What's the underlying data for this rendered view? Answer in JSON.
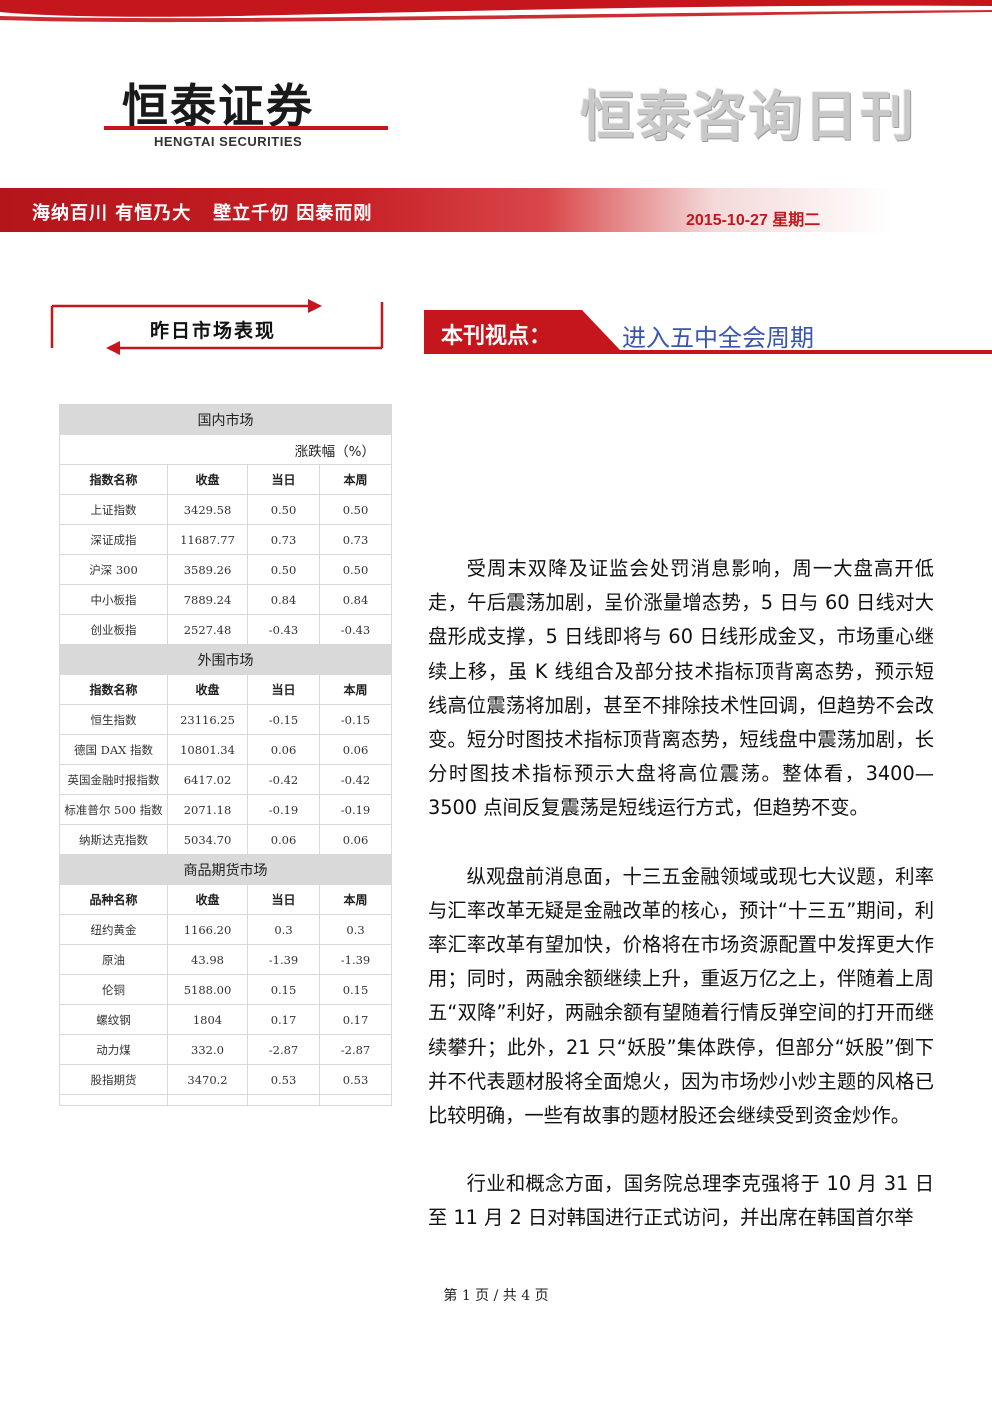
{
  "header": {
    "logo_cn": "恒泰证券",
    "logo_en": "HENGTAI SECURITIES",
    "publication_title": "恒泰咨询日刊",
    "slogan": "海纳百川 有恒乃大   壁立千仞 因泰而刚",
    "date": "2015-10-27  星期二"
  },
  "colors": {
    "brand_red": "#c4161c",
    "topic_blue": "#3a55b0",
    "section_gray": "#d9d9d9"
  },
  "sidebar": {
    "section_title": "昨日市场表现",
    "unit_label": "涨跌幅（%）",
    "sections": [
      {
        "title": "国内市场",
        "headers": [
          "指数名称",
          "收盘",
          "当日",
          "本周"
        ],
        "rows": [
          [
            "上证指数",
            "3429.58",
            "0.50",
            "0.50"
          ],
          [
            "深证成指",
            "11687.77",
            "0.73",
            "0.73"
          ],
          [
            "沪深 300",
            "3589.26",
            "0.50",
            "0.50"
          ],
          [
            "中小板指",
            "7889.24",
            "0.84",
            "0.84"
          ],
          [
            "创业板指",
            "2527.48",
            "-0.43",
            "-0.43"
          ]
        ]
      },
      {
        "title": "外围市场",
        "headers": [
          "指数名称",
          "收盘",
          "当日",
          "本周"
        ],
        "rows": [
          [
            "恒生指数",
            "23116.25",
            "-0.15",
            "-0.15"
          ],
          [
            "德国 DAX 指数",
            "10801.34",
            "0.06",
            "0.06"
          ],
          [
            "英国金融时报指数",
            "6417.02",
            "-0.42",
            "-0.42"
          ],
          [
            "标准普尔 500 指数",
            "2071.18",
            "-0.19",
            "-0.19"
          ],
          [
            "纳斯达克指数",
            "5034.70",
            "0.06",
            "0.06"
          ]
        ]
      },
      {
        "title": "商品期货市场",
        "headers": [
          "品种名称",
          "收盘",
          "当日",
          "本周"
        ],
        "rows": [
          [
            "纽约黄金",
            "1166.20",
            "0.3",
            "0.3"
          ],
          [
            "原油",
            "43.98",
            "-1.39",
            "-1.39"
          ],
          [
            "伦铜",
            "5188.00",
            "0.15",
            "0.15"
          ],
          [
            "螺纹钢",
            "1804",
            "0.17",
            "0.17"
          ],
          [
            "动力煤",
            "332.0",
            "-2.87",
            "-2.87"
          ],
          [
            "股指期货",
            "3470.2",
            "0.53",
            "0.53"
          ]
        ]
      }
    ]
  },
  "viewpoint": {
    "label": "本刊视点：",
    "topic": "进入五中全会周期"
  },
  "article": {
    "paragraphs": [
      "受周末双降及证监会处罚消息影响，周一大盘高开低走，午后震荡加剧，呈价涨量增态势，5 日与 60 日线对大盘形成支撑，5 日线即将与 60 日线形成金叉，市场重心继续上移，虽 K 线组合及部分技术指标顶背离态势，预示短线高位震荡将加剧，甚至不排除技术性回调，但趋势不会改变。短分时图技术指标顶背离态势，短线盘中震荡加剧，长分时图技术指标预示大盘将高位震荡。整体看，3400—3500 点间反复震荡是短线运行方式，但趋势不变。",
      "纵观盘前消息面，十三五金融领域或现七大议题，利率与汇率改革无疑是金融改革的核心，预计“十三五”期间，利率汇率改革有望加快，价格将在市场资源配置中发挥更大作用；同时，两融余额继续上升，重返万亿之上，伴随着上周五“双降”利好，两融余额有望随着行情反弹空间的打开而继续攀升；此外，21 只“妖股”集体跌停，但部分“妖股”倒下并不代表题材股将全面熄火，因为市场炒小炒主题的风格已比较明确，一些有故事的题材股还会继续受到资金炒作。",
      "行业和概念方面，国务院总理李克强将于 10 月 31 日至 11 月 2 日对韩国进行正式访问，并出席在韩国首尔举"
    ]
  },
  "footer": {
    "page_info": "第 1 页 / 共 4 页"
  }
}
